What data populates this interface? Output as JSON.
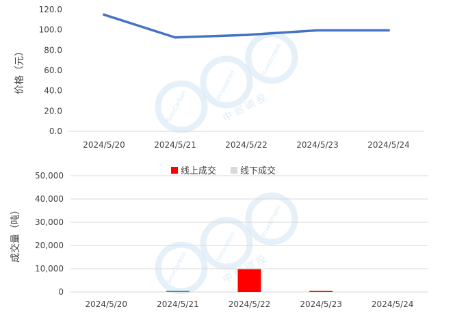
{
  "chart_data": [
    {
      "type": "line",
      "categories": [
        "2024/5/20",
        "2024/5/21",
        "2024/5/22",
        "2024/5/23",
        "2024/5/24"
      ],
      "series": [
        {
          "values": [
            115.0,
            92.5,
            95.0,
            99.5,
            99.5
          ],
          "color": "#4472c4"
        }
      ],
      "ylabel": "价格（元）",
      "ylim": [
        0,
        120
      ],
      "yticks": [
        "0.0",
        "20.0",
        "40.0",
        "60.0",
        "80.0",
        "100.0",
        "120.0"
      ],
      "grid": false,
      "legend": "none"
    },
    {
      "type": "bar",
      "categories": [
        "2024/5/20",
        "2024/5/21",
        "2024/5/22",
        "2024/5/23",
        "2024/5/24"
      ],
      "series": [
        {
          "name": "线上成交",
          "values": [
            0,
            300,
            9800,
            200,
            0
          ],
          "color": "#ff0000"
        },
        {
          "name": "线下成交",
          "values": [
            0,
            0,
            0,
            0,
            0
          ],
          "color": "#d9d9d9"
        }
      ],
      "ylabel": "成交量（吨）",
      "ylim": [
        0,
        50000
      ],
      "yticks": [
        "0",
        "10,000",
        "20,000",
        "30,000",
        "40,000",
        "50,000"
      ],
      "grid": true,
      "legend": "top"
    }
  ],
  "watermark": {
    "en1": "SinoCarbon",
    "en2": "Innovation",
    "en3": "Investment",
    "cn": "中 创 碳 投",
    "color": "#cfe3f3"
  },
  "bar_highlight_colors": [
    "#00a870"
  ]
}
